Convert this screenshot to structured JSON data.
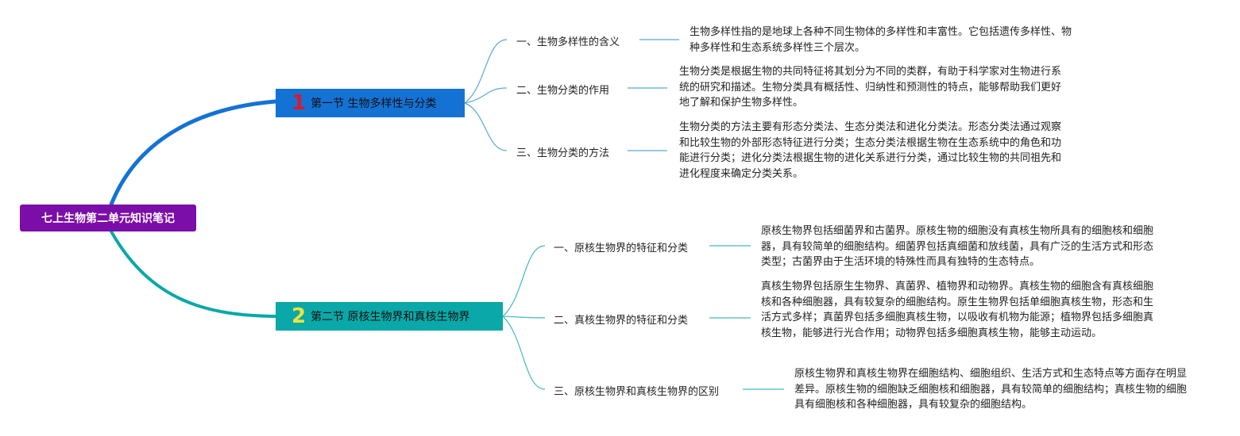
{
  "root": {
    "label": "七上生物第二单元知识笔记"
  },
  "colors": {
    "root": "#7B0DA8",
    "section1": "#1472D4",
    "section2": "#0AA8A8",
    "num1": "#E0162B",
    "num2": "#F2E23A"
  },
  "sections": [
    {
      "number": "1",
      "title": "第一节 生物多样性与分类",
      "topics": [
        {
          "label": "一、生物多样性的含义",
          "desc": "生物多样性指的是地球上各种不同生物体的多样性和丰富性。它包括遗传多样性、物种多样性和生态系统多样性三个层次。"
        },
        {
          "label": "二、生物分类的作用",
          "desc": "生物分类是根据生物的共同特征将其划分为不同的类群，有助于科学家对生物进行系统的研究和描述。生物分类具有概括性、归纳性和预测性的特点，能够帮助我们更好地了解和保护生物多样性。"
        },
        {
          "label": "三、生物分类的方法",
          "desc": "生物分类的方法主要有形态分类法、生态分类法和进化分类法。形态分类法通过观察和比较生物的外部形态特征进行分类；生态分类法根据生物在生态系统中的角色和功能进行分类；进化分类法根据生物的进化关系进行分类，通过比较生物的共同祖先和进化程度来确定分类关系。"
        }
      ]
    },
    {
      "number": "2",
      "title": "第二节 原核生物界和真核生物界",
      "topics": [
        {
          "label": "一、原核生物界的特征和分类",
          "desc": "原核生物界包括细菌界和古菌界。原核生物的细胞没有真核生物所具有的细胞核和细胞器，具有较简单的细胞结构。细菌界包括真细菌和放线菌，具有广泛的生活方式和形态类型；古菌界由于生活环境的特殊性而具有独特的生态特点。"
        },
        {
          "label": "二、真核生物界的特征和分类",
          "desc": "真核生物界包括原生生物界、真菌界、植物界和动物界。真核生物的细胞含有真核细胞核和各种细胞器，具有较复杂的细胞结构。原生生物界包括单细胞真核生物，形态和生活方式多样；真菌界包括多细胞真核生物，以吸收有机物为能源；植物界包括多细胞真核生物，能够进行光合作用；动物界包括多细胞真核生物，能够主动运动。"
        },
        {
          "label": "三、原核生物界和真核生物界的区别",
          "desc": "原核生物界和真核生物界在细胞结构、细胞组织、生活方式和生态特点等方面存在明显差异。原核生物的细胞缺乏细胞核和细胞器，具有较简单的细胞结构；真核生物的细胞具有细胞核和各种细胞器，具有较复杂的细胞结构。"
        }
      ]
    }
  ]
}
